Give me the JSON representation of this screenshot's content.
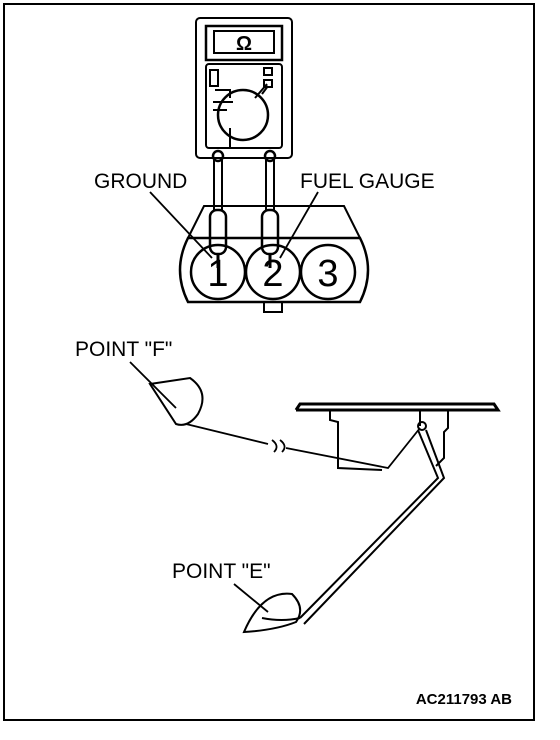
{
  "figure": {
    "multimeter_unit": "Ω",
    "labels": {
      "ground": "GROUND",
      "fuel_gauge": "FUEL GAUGE",
      "point_f": "POINT \"F\"",
      "point_e": "POINT \"E\""
    },
    "terminals": [
      "1",
      "2",
      "3"
    ],
    "figure_code": "AC211793 AB"
  }
}
